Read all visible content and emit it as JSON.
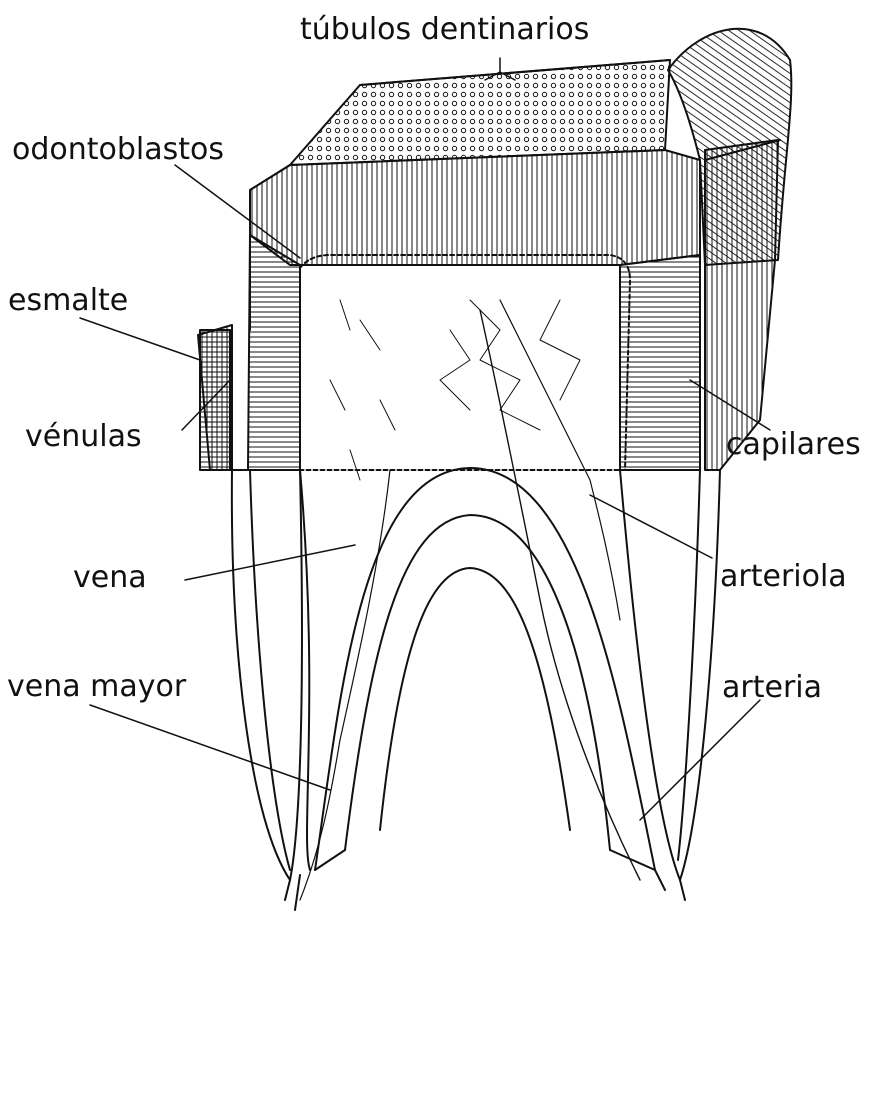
{
  "labels": {
    "tubulos": "túbulos dentinarios",
    "odontoblastos": "odontoblastos",
    "esmalte": "esmalte",
    "venulas": "vénulas",
    "capilares": "capilares",
    "vena": "vena",
    "arteriola": "arteriola",
    "vena_mayor": "vena mayor",
    "arteria": "arteria"
  },
  "colors": {
    "ink": "#111111",
    "paper": "#ffffff"
  }
}
